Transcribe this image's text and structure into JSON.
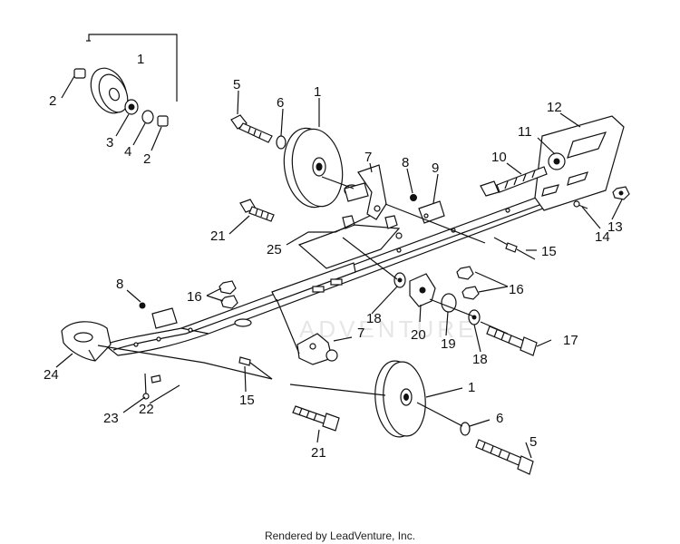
{
  "diagram": {
    "watermark": "ADVENTURE",
    "footer": "Rendered by LeadVenture, Inc.",
    "callouts": [
      "1",
      "2",
      "3",
      "4",
      "2",
      "5",
      "6",
      "1",
      "7",
      "8",
      "9",
      "10",
      "11",
      "12",
      "13",
      "14",
      "15",
      "21",
      "25",
      "16",
      "8",
      "16",
      "18",
      "20",
      "19",
      "18",
      "17",
      "7",
      "24",
      "15",
      "23",
      "22",
      "1",
      "6",
      "5",
      "21"
    ]
  }
}
